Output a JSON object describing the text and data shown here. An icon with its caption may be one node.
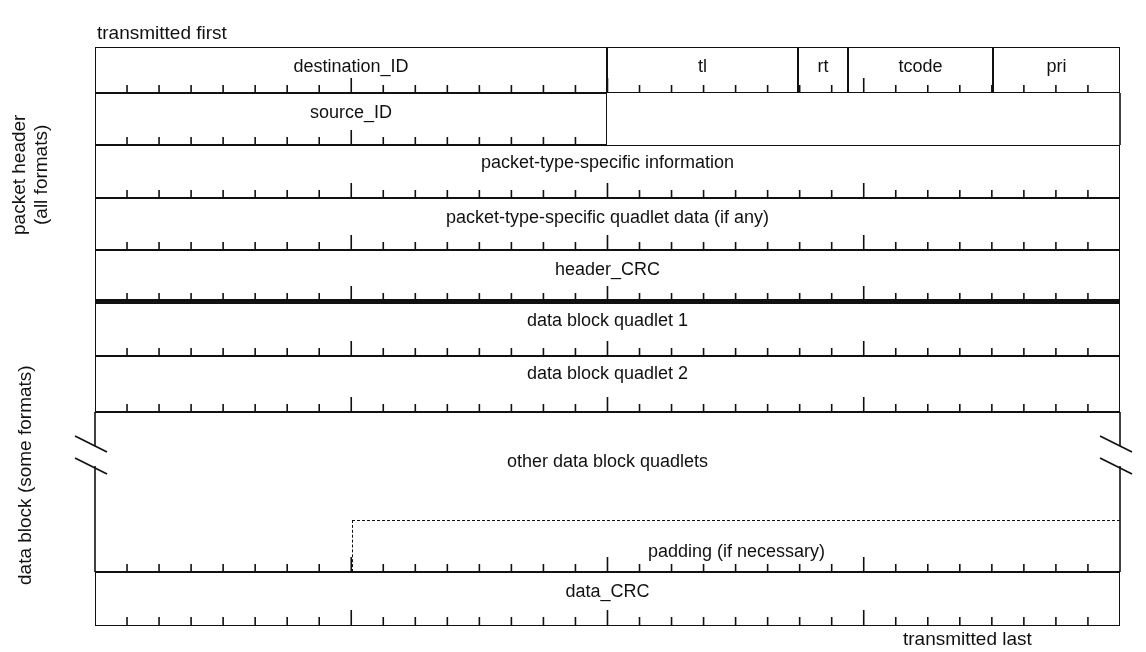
{
  "diagram": {
    "nodes": [
      {
        "text": [
          "destination_ID"
        ]
      },
      {
        "text": [
          "tl"
        ]
      },
      {
        "text": [
          "rt"
        ]
      },
      {
        "text": [
          "tcode"
        ]
      },
      {
        "text": [
          "pri"
        ]
      },
      {
        "text": [
          "source_ID"
        ]
      },
      {
        "text": [
          "packet-type-specific information"
        ]
      },
      {
        "text": [
          "packet-type-specific quadlet data (if any)"
        ]
      },
      {
        "text": [
          "header_CRC"
        ]
      },
      {
        "text": [
          "data block quadlet 1"
        ]
      },
      {
        "text": [
          "data block quadlet 2"
        ]
      },
      {
        "text": [
          "other data block quadlets"
        ]
      },
      {
        "text": [
          "padding (if necessary)"
        ],
        "in": 11
      },
      {
        "text": [
          "data_CRC"
        ]
      }
    ],
    "edges": [],
    "labels": [
      "transmitted first",
      "packet header (all formats)",
      "data block (some formats)",
      "transmitted last"
    ]
  }
}
